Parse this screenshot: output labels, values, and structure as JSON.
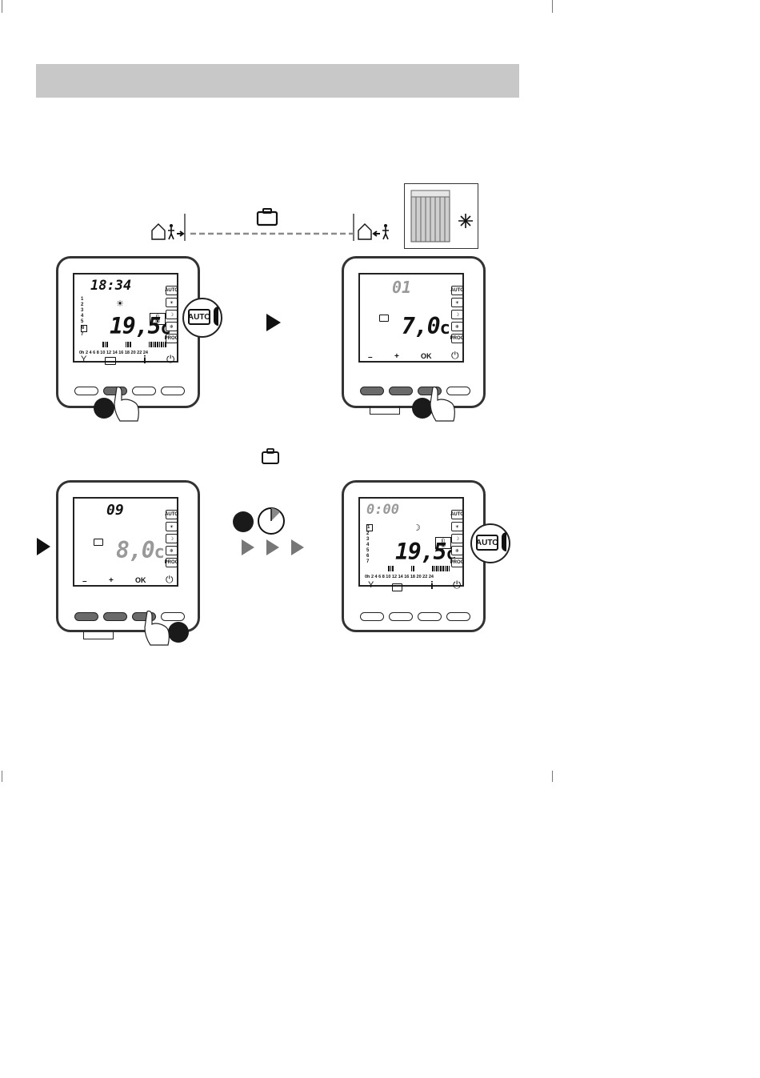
{
  "schedule": {
    "suitcase_top": "suitcase-icon",
    "left_icon": "house-leave-icon",
    "right_icon": "house-return-icon",
    "radiator": "radiator-frost-icon"
  },
  "panel1": {
    "time": "18:34",
    "temp": "19,5",
    "unit": "c",
    "days": [
      "1",
      "2",
      "3",
      "4",
      "5",
      "6",
      "7"
    ],
    "ticks": "0h  2  4  6  8 10 12 14 16 18 20 22 24",
    "modes": [
      "AUTO",
      "☀",
      "☽",
      "❄",
      "PROG"
    ],
    "zoom_label": "AUTO"
  },
  "panel2": {
    "digits": "01",
    "temp": "7,0",
    "unit": "c",
    "labels": [
      "–",
      "+",
      "OK"
    ],
    "modes": [
      "AUTO",
      "☀",
      "☽",
      "❄",
      "PROG"
    ]
  },
  "panel3": {
    "digits": "09",
    "temp": "8,0",
    "unit": "c",
    "labels": [
      "–",
      "+",
      "OK"
    ],
    "modes": [
      "AUTO",
      "☀",
      "☽",
      "❄",
      "PROG"
    ]
  },
  "panel4": {
    "time": "0:00",
    "temp": "19,5",
    "unit": "c",
    "days": [
      "1",
      "2",
      "3",
      "4",
      "5",
      "6",
      "7"
    ],
    "ticks": "0h  2  4  6  8 10 12 14 16 18 20 22 24",
    "modes": [
      "AUTO",
      "☀",
      "☽",
      "❄",
      "PROG"
    ],
    "zoom_label": "AUTO"
  }
}
